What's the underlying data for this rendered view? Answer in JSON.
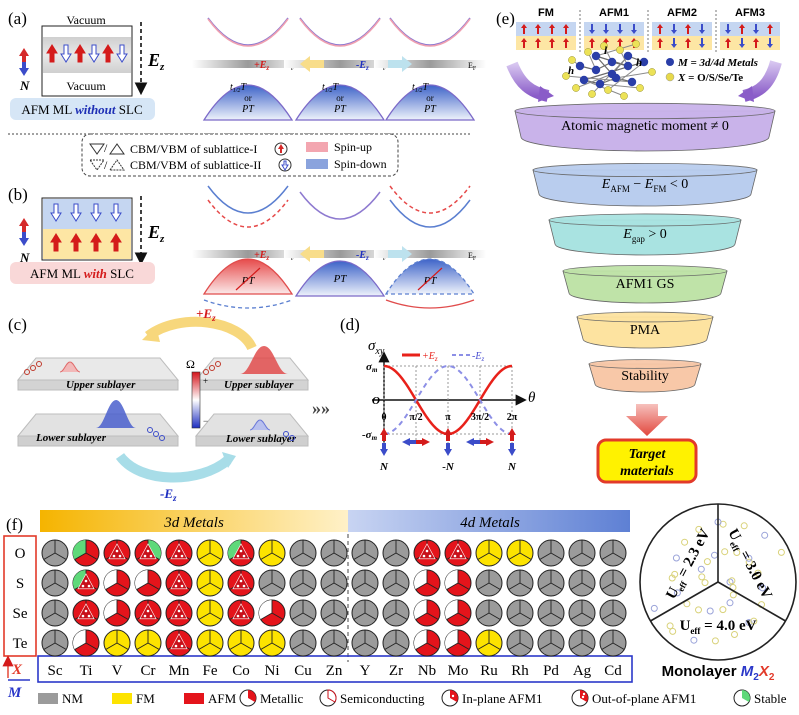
{
  "panel_labels": {
    "a": "(a)",
    "b": "(b)",
    "c": "(c)",
    "d": "(d)",
    "e": "(e)",
    "f": "(f)"
  },
  "panel_a": {
    "vacuum_top": "Vacuum",
    "vacuum_bottom": "Vacuum",
    "field": "E",
    "field_sub": "z",
    "n_label": "N",
    "caption_prefix": "AFM ML ",
    "caption_em": "without",
    "caption_suffix": " SLC",
    "ef": [
      "E",
      "E",
      "E"
    ],
    "ef_sub": "F",
    "plus_ez": "+E",
    "minus_ez": "-E",
    "sym_line1": "t",
    "sym_t_sub": "1/2",
    "sym_T": "T",
    "sym_or": "or",
    "sym_PT": "PT"
  },
  "legend_ab": {
    "row1_text": "CBM/VBM of sublattice-I",
    "row2_text": "CBM/VBM of sublattice-II",
    "spin_up": "Spin-up",
    "spin_down": "Spin-down"
  },
  "panel_b": {
    "caption_prefix": "AFM ML ",
    "caption_em": "with",
    "caption_suffix": " SLC",
    "sym_PT": "PT"
  },
  "panel_c": {
    "upper": "Upper sublayer",
    "lower": "Lower sublayer",
    "omega": "Ω",
    "plus": "+",
    "minus": "−",
    "plus_ez": "+E",
    "minus_ez": "-E",
    "sub": "z"
  },
  "panel_d": {
    "ylabel": "σ",
    "ylabel_sub": "xy",
    "xlabel": "θ",
    "legend_plus": "+E",
    "legend_minus": "-E",
    "legend_sub": "z",
    "yticks": [
      "σ",
      "O",
      "-σ"
    ],
    "ytick_sub": "m",
    "xticks": [
      "0",
      "π/2",
      "π",
      "3π/2",
      "2π"
    ],
    "dir_labels": [
      "N",
      "-N",
      "N"
    ]
  },
  "chart_data": {
    "type": "line",
    "xlabel": "θ",
    "ylabel": "σxy",
    "x": [
      "0",
      "π/2",
      "π",
      "3π/2",
      "2π"
    ],
    "series": [
      {
        "name": "+Ez",
        "values": [
          1,
          0,
          -1,
          0,
          1
        ],
        "color": "#e8211a",
        "style": "solid"
      },
      {
        "name": "-Ez",
        "values": [
          -1,
          0,
          1,
          0,
          -1
        ],
        "color": "#8c8fe6",
        "style": "dashed"
      }
    ],
    "ylim": [
      -1,
      1
    ]
  },
  "panel_e": {
    "configs": [
      "FM",
      "AFM1",
      "AFM2",
      "AFM3"
    ],
    "atom_M": "M",
    "atom_M_def": " = 3d/4d Metals",
    "atom_X": "X",
    "atom_X_def": " = O/S/Se/Te",
    "h": "h",
    "l": "l",
    "funnel": [
      "Atomic magnetic moment ≠ 0",
      "E_AFM − E_FM < 0",
      "E_gap > 0",
      "AFM1 GS",
      "PMA",
      "Stability"
    ],
    "target": [
      "Target",
      "materials"
    ],
    "colors": [
      "#c9b3ea",
      "#b9cdee",
      "#a9e3e1",
      "#bfe3a8",
      "#fde3a0",
      "#f8c8a8"
    ]
  },
  "panel_f": {
    "header_3d": "3d Metals",
    "header_4d": "4d Metals",
    "rows": [
      "O",
      "S",
      "Se",
      "Te"
    ],
    "x_label": "X",
    "m_label": "M",
    "metals": [
      "Sc",
      "Ti",
      "V",
      "Cr",
      "Mn",
      "Fe",
      "Co",
      "Ni",
      "Cu",
      "Zn",
      "Y",
      "Zr",
      "Nb",
      "Mo",
      "Ru",
      "Rh",
      "Pd",
      "Ag",
      "Cd"
    ],
    "grid": [
      [
        "N",
        "Acs",
        "Apm",
        "Bpm",
        "Api",
        "Y",
        "Aps",
        "Y",
        "N",
        "N",
        "N",
        "N",
        "Api",
        "Api",
        "Y",
        "Y",
        "N",
        "N",
        "N"
      ],
      [
        "N",
        "Aps",
        "A",
        "A",
        "Api",
        "Y",
        "Api",
        "N",
        "N",
        "N",
        "N",
        "N",
        "A",
        "A",
        "N",
        "N",
        "N",
        "N",
        "N"
      ],
      [
        "N",
        "Api",
        "A",
        "Api",
        "Api",
        "Y",
        "Api",
        "A",
        "N",
        "N",
        "N",
        "N",
        "A",
        "A",
        "N",
        "N",
        "N",
        "N",
        "N"
      ],
      [
        "N",
        "A",
        "Y",
        "Y",
        "Api",
        "Y",
        "Y",
        "Y",
        "N",
        "N",
        "N",
        "N",
        "A",
        "A",
        "Y",
        "N",
        "N",
        "N",
        "N"
      ]
    ],
    "wheel_labels": [
      "U",
      "U",
      "U"
    ],
    "wheel_sub": "eff",
    "wheel_values": [
      " = 2.3 eV",
      " = 3.0 eV",
      " = 4.0 eV"
    ],
    "monolayer": "Monolayer ",
    "formula_M": "M",
    "formula_X": "X",
    "formula_sub": "2",
    "legend": [
      "NM",
      "FM",
      "AFM",
      "Metallic",
      "Semiconducting",
      "In-plane AFM1",
      "Out-of-plane AFM1",
      "Stable"
    ],
    "colors": {
      "NM": "#9b9b9b",
      "FM": "#fde300",
      "AFM": "#e4141b",
      "Stable": "#5fd97a",
      "frame_red": "#e23a2a",
      "frame_blue": "#2b38c9",
      "header_3d": "#f5b400",
      "header_4d": "#6f8ed8"
    }
  }
}
